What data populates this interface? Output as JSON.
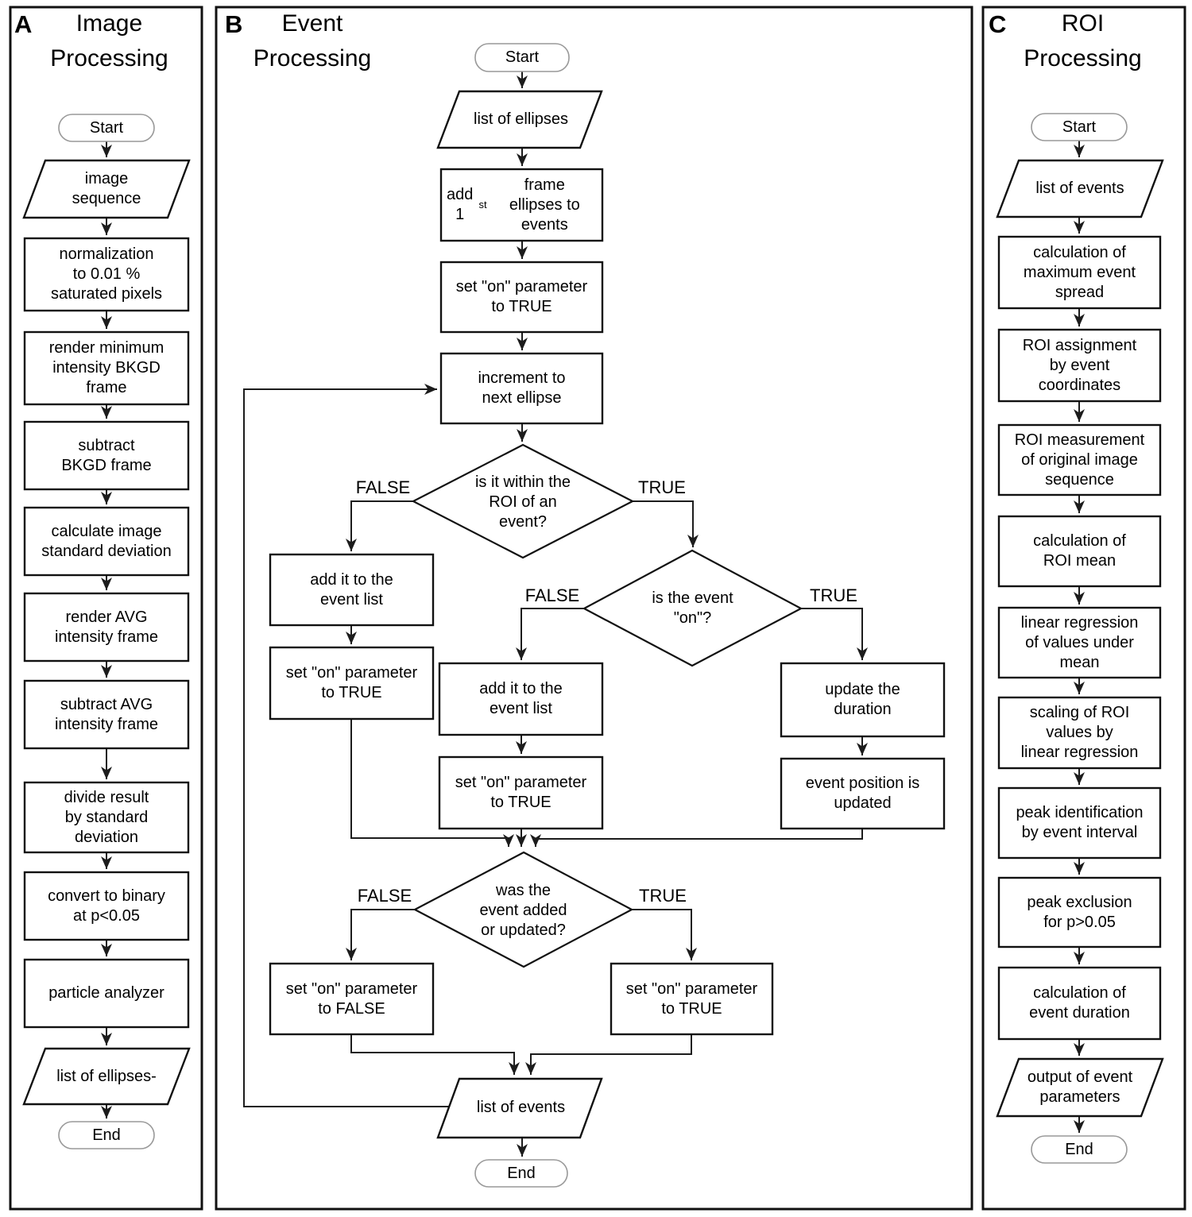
{
  "colors": {
    "node_border": "#111111",
    "terminal_border": "#999999",
    "line": "#222222",
    "background": "#ffffff"
  },
  "edge_labels": {
    "false": "FALSE",
    "true": "TRUE"
  },
  "panel_a": {
    "letter": "A",
    "title": "Image\nProcessing",
    "start": "Start",
    "input": "image\nsequence",
    "steps": {
      "normalization": "normalization\nto 0.01 %\nsaturated pixels",
      "render_min": "render minimum\nintensity BKGD\nframe",
      "subtract_bkgd": "subtract\nBKGD frame",
      "calc_sd": "calculate image\nstandard deviation",
      "render_avg": "render AVG\nintensity frame",
      "subtract_avg": "subtract AVG\nintensity frame",
      "divide": "divide result\nby standard\ndeviation",
      "binary": "convert to binary\nat p<0.05",
      "particle": "particle analyzer"
    },
    "output": "list of ellipses-",
    "end": "End"
  },
  "panel_b": {
    "letter": "B",
    "title": "Event\nProcessing",
    "start": "Start",
    "input": "list of ellipses",
    "add_first_pre": "add 1",
    "add_first_sup": "st",
    "add_first_post": " frame\nellipses to events",
    "set_true_top": "set \"on\" parameter\nto TRUE",
    "increment": "increment to\nnext ellipse",
    "decision_roi": "is it within the\nROI of an\nevent?",
    "add_left": "add it to the\nevent list",
    "set_true_left": "set \"on\" parameter\nto TRUE",
    "decision_on": "is the event\n\"on\"?",
    "add_mid": "add it to the\nevent list",
    "set_true_mid": "set \"on\" parameter\nto TRUE",
    "update_duration": "update the\nduration",
    "event_position": "event position is\nupdated",
    "decision_added": "was the\nevent added\nor updated?",
    "set_false": "set \"on\" parameter\nto FALSE",
    "set_true_right": "set \"on\" parameter\nto TRUE",
    "output": "list of events",
    "end": "End"
  },
  "panel_c": {
    "letter": "C",
    "title": "ROI\nProcessing",
    "start": "Start",
    "input": "list of events",
    "steps": {
      "max_spread": "calculation of\nmaximum event\nspread",
      "roi_assign": "ROI assignment\nby event\ncoordinates",
      "roi_measure": "ROI measurement\nof original image\nsequence",
      "roi_mean": "calculation of\nROI mean",
      "linreg": "linear regression\nof values under\nmean",
      "scaling": "scaling of ROI\nvalues by\nlinear regression",
      "peak_id": "peak identification\nby event interval",
      "peak_excl": "peak exclusion\nfor p>0.05",
      "duration": "calculation of\nevent duration"
    },
    "output": "output of event\nparameters",
    "end": "End"
  }
}
